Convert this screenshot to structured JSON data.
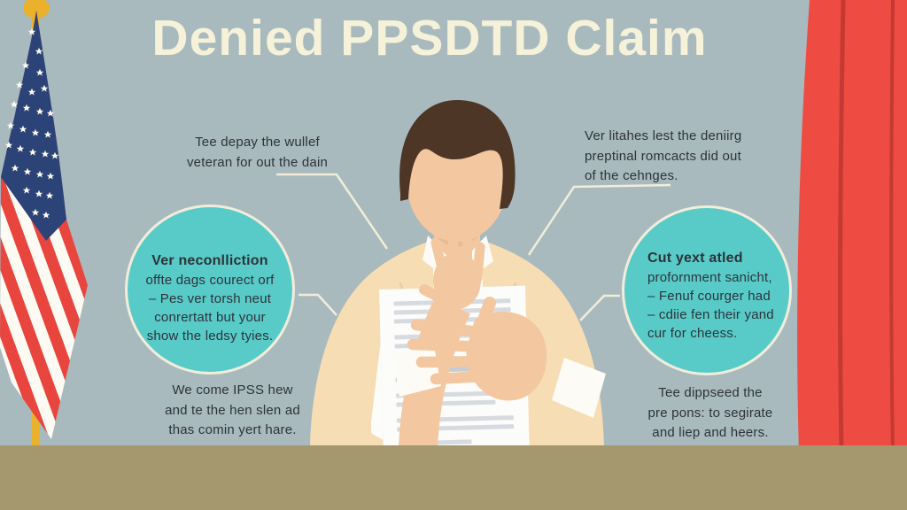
{
  "title": {
    "text": "Denied PPSDTD Claim"
  },
  "callouts": {
    "top_left": {
      "lines": [
        "Tee depay the wullef",
        "veteran for out the dain"
      ]
    },
    "top_right": {
      "lines": [
        "Ver litahes lest the deniirg",
        "preptinal romcacts did out",
        "of the cehnges."
      ]
    },
    "bottom_left": {
      "lines": [
        "We come IPSS hew",
        "and te the hen slen ad",
        "thas comin yert hare."
      ]
    },
    "bottom_right": {
      "lines": [
        "Tee dippseed the",
        "pre pons: to segirate",
        "and liep and heers."
      ]
    }
  },
  "left_circle": {
    "heading": "Ver neconlliction",
    "lines": [
      "offte dags courect orf",
      "– Pes ver torsh neut",
      "conrertatt but your",
      "show the ledsy tyies."
    ]
  },
  "right_circle": {
    "heading": "Cut yext atled",
    "lines": [
      "profornment sanicht,",
      "– Fenuf courger had",
      "– cdiie fen their yand",
      "cur for cheess."
    ]
  },
  "scene": {
    "left_prop": "american-flag",
    "right_prop": "red-stage-curtain",
    "bottom_prop": "desk",
    "figure": "man-holding-denied-claim-document"
  },
  "colors": {
    "bg": "#a8babd",
    "title": "#f6f2da",
    "teal": "#58cbc9",
    "ring": "#f2edda",
    "text": "#2d3338",
    "connector": "#f2edda",
    "curtain": "#ee4b42",
    "curtainFold": "#c43a32",
    "desk": "#a5986e",
    "flagBlue": "#2c4377",
    "flagRed": "#e8453f",
    "flagWhite": "#fdfaf3",
    "gold": "#e9b12c",
    "skin": "#f3c7a0",
    "skinShade": "#e9bb92",
    "hair": "#4e3627",
    "jacket": "#f6ddb4",
    "jacketFold": "#ead0a2",
    "shirt": "#fdfbf6",
    "paper": "#fcfcfa",
    "paperLine": "#d7dbe0",
    "paperLineDark": "#c6ccd3"
  }
}
